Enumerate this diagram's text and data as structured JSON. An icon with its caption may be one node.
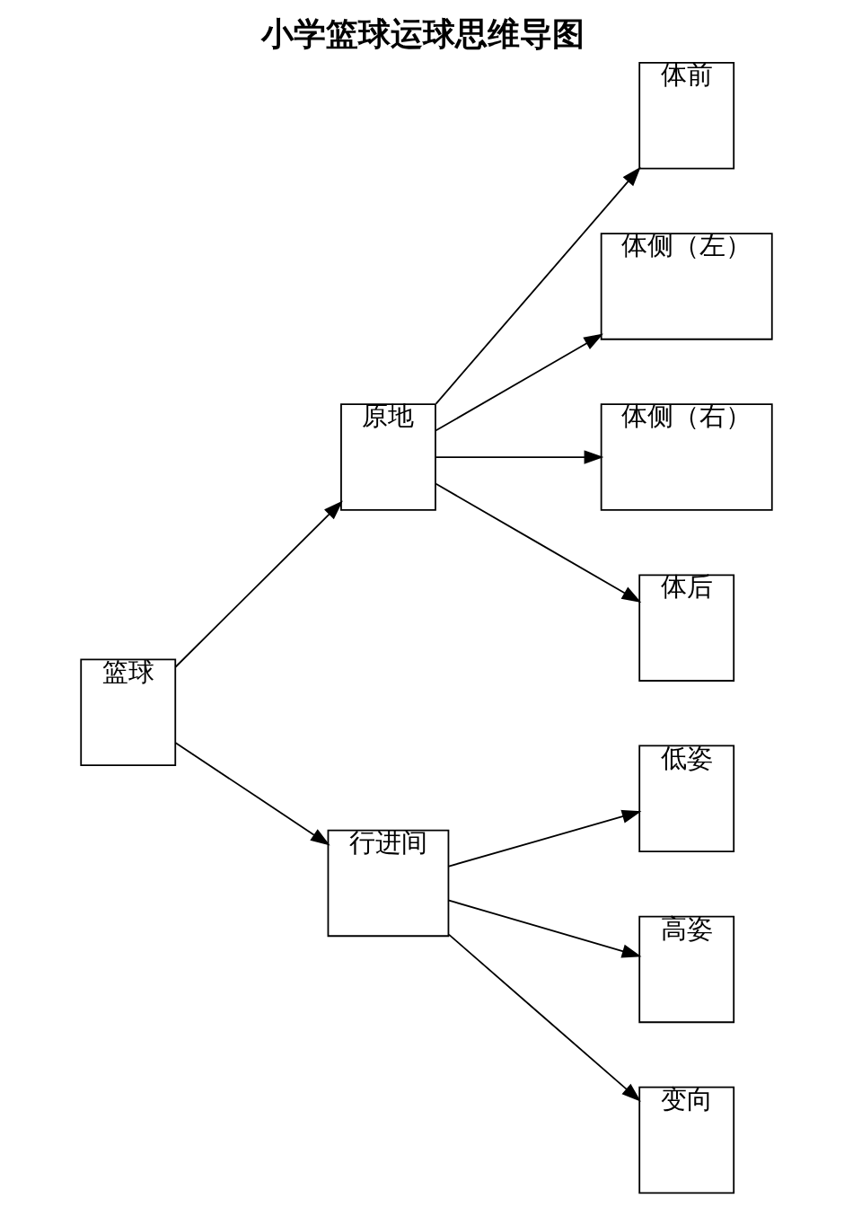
{
  "diagram": {
    "title": "小学篮球运球思维导图",
    "nodes": [
      {
        "text": [
          "篮球"
        ]
      },
      {
        "text": [
          "原地"
        ]
      },
      {
        "text": [
          "体前"
        ]
      },
      {
        "text": [
          "体侧（左）"
        ]
      },
      {
        "text": [
          "体侧（右）"
        ]
      },
      {
        "text": [
          "体后"
        ]
      },
      {
        "text": [
          "行进间"
        ]
      },
      {
        "text": [
          "低姿"
        ]
      },
      {
        "text": [
          "高姿"
        ]
      },
      {
        "text": [
          "变向"
        ]
      }
    ],
    "edges": [
      {
        "from": 0,
        "to": 1,
        "arrow": "to"
      },
      {
        "from": 0,
        "to": 6,
        "arrow": "to"
      },
      {
        "from": 1,
        "to": 2,
        "arrow": "to"
      },
      {
        "from": 1,
        "to": 3,
        "arrow": "to"
      },
      {
        "from": 1,
        "to": 4,
        "arrow": "to"
      },
      {
        "from": 1,
        "to": 5,
        "arrow": "to"
      },
      {
        "from": 6,
        "to": 7,
        "arrow": "to"
      },
      {
        "from": 6,
        "to": 8,
        "arrow": "to"
      },
      {
        "from": 6,
        "to": 9,
        "arrow": "to"
      }
    ]
  }
}
